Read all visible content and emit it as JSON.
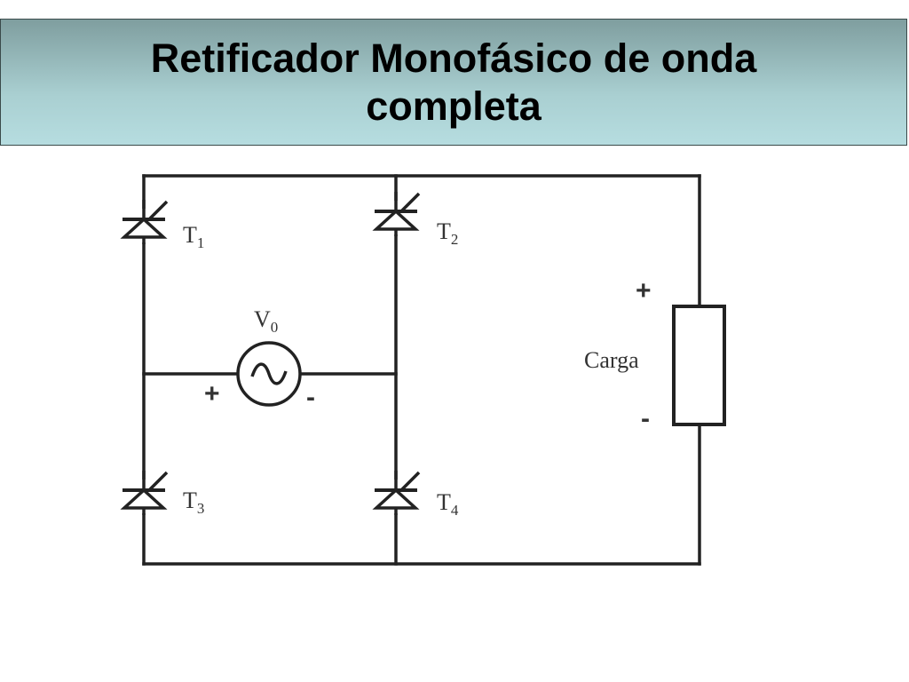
{
  "slide": {
    "title": "Retificador Monofásico de onda completa"
  },
  "diagram": {
    "thyristors": [
      {
        "label": "T",
        "subscript": "1"
      },
      {
        "label": "T",
        "subscript": "2"
      },
      {
        "label": "T",
        "subscript": "3"
      },
      {
        "label": "T",
        "subscript": "4"
      }
    ],
    "source": {
      "label": "V",
      "subscript": "0",
      "plus": "+",
      "minus": "-"
    },
    "load": {
      "label": "Carga",
      "plus": "+",
      "minus": "-"
    }
  }
}
